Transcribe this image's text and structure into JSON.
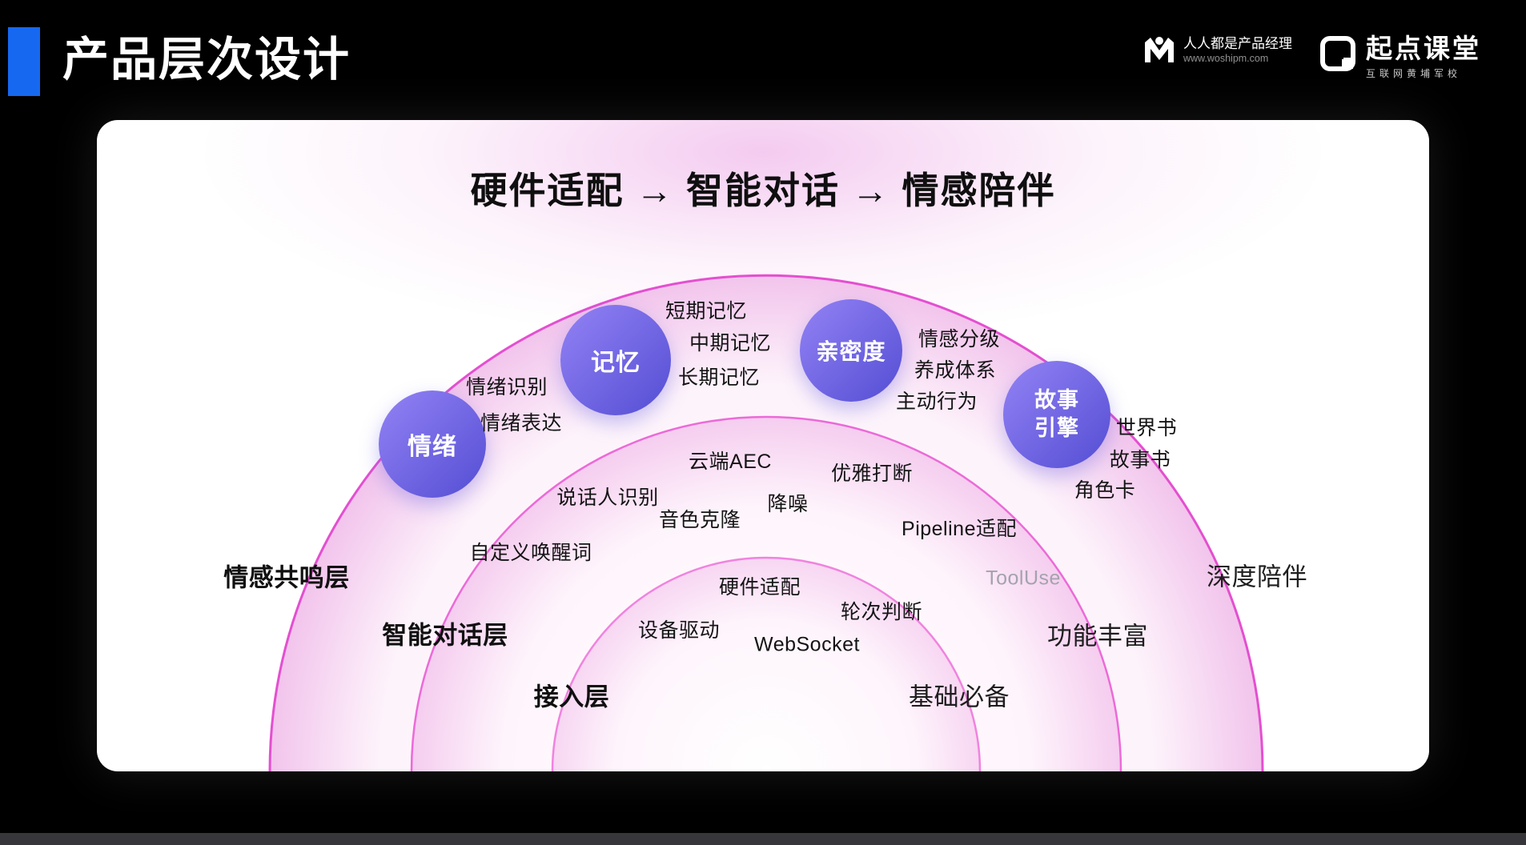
{
  "header": {
    "title": "产品层次设计",
    "woshipm": {
      "name": "人人都是产品经理",
      "url": "www.woshipm.com"
    },
    "qidian": {
      "name": "起点课堂",
      "subtitle": "互联网黄埔军校"
    }
  },
  "card": {
    "title": "硬件适配 → 智能对话 → 情感陪伴"
  },
  "layers": [
    {
      "label": "情感共鸣层",
      "value": "深度陪伴"
    },
    {
      "label": "智能对话层",
      "value": "功能丰富"
    },
    {
      "label": "接入层",
      "value": "基础必备"
    }
  ],
  "nodes": {
    "emotion": {
      "label": "情绪",
      "items": [
        "情绪识别",
        "情绪表达"
      ]
    },
    "memory": {
      "label": "记忆",
      "items": [
        "短期记忆",
        "中期记忆",
        "长期记忆"
      ]
    },
    "intimacy": {
      "label": "亲密度",
      "items": [
        "情感分级",
        "养成体系",
        "主动行为"
      ]
    },
    "story": {
      "line1": "故事",
      "line2": "引擎",
      "items": [
        "世界书",
        "故事书",
        "角色卡"
      ]
    }
  },
  "dialog_layer_items": [
    "云端AEC",
    "优雅打断",
    "说话人识别",
    "降噪",
    "音色克隆",
    "Pipeline适配",
    "自定义唤醒词",
    "ToolUse"
  ],
  "access_layer_items": [
    "硬件适配",
    "轮次判断",
    "设备驱动",
    "WebSocket"
  ],
  "colors": {
    "accent_blue": "#1668f0",
    "arc_magenta": "#e44fd0",
    "node_purple_light": "#8e7ef2",
    "node_purple_dark": "#5952d6"
  }
}
